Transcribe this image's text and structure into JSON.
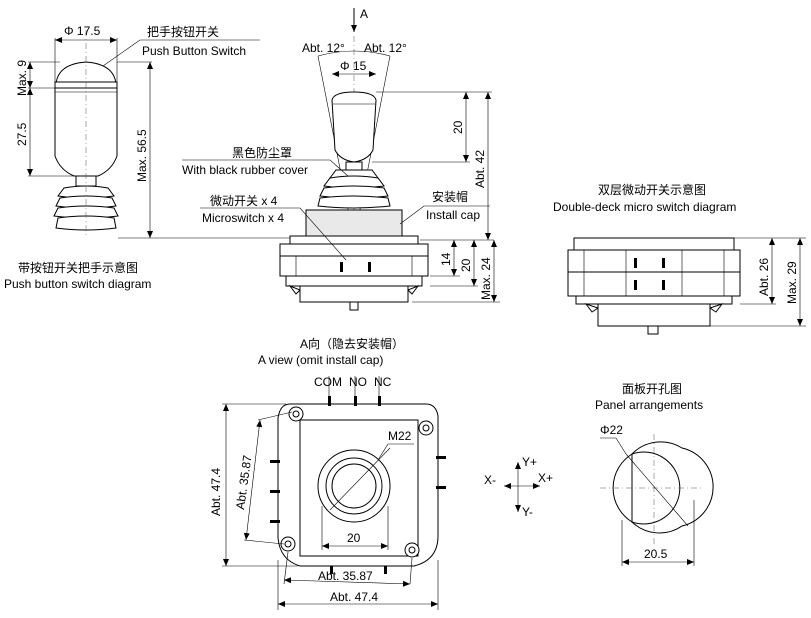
{
  "labels": {
    "view_arrow": "A",
    "dim_phi175": "Φ 17.5",
    "push_cn": "把手按钮开关",
    "push_en": "Push Button Switch",
    "max9": "Max. 9",
    "d275": "27.5",
    "max565": "Max. 56.5",
    "push_diag_cn": "带按钮开关把手示意图",
    "push_diag_en": "Push button switch diagram",
    "abt12_left": "Abt. 12°",
    "abt12_right": "Abt. 12°",
    "phi15": "Φ 15",
    "d20_lever": "20",
    "abt42": "Abt. 42",
    "rubber_cn": "黑色防尘罩",
    "rubber_en": "With black rubber cover",
    "micro_cn": "微动开关 x 4",
    "micro_en": "Microswitch x 4",
    "cap_cn": "安装帽",
    "cap_en": "Install cap",
    "d14": "14",
    "d20_body": "20",
    "max24": "Max. 24",
    "double_cn": "双层微动开关示意图",
    "double_en": "Double-deck micro switch diagram",
    "abt26": "Abt. 26",
    "max29": "Max. 29",
    "aview_cn": "A向（隐去安装帽）",
    "aview_en": "A view (omit install cap)",
    "com": "COM",
    "no": "NO",
    "nc": "NC",
    "m22": "M22",
    "abt474_v": "Abt. 47.4",
    "abt3587_v": "Abt. 35.87",
    "d20_a": "20",
    "abt3587_h": "Abt. 35.87",
    "abt474_h": "Abt. 47.4",
    "x_minus": "X-",
    "x_plus": "X+",
    "y_plus": "Y+",
    "y_minus": "Y-",
    "panel_cn": "面板开孔图",
    "panel_en": "Panel arrangements",
    "phi22": "Φ22",
    "d205": "20.5"
  }
}
